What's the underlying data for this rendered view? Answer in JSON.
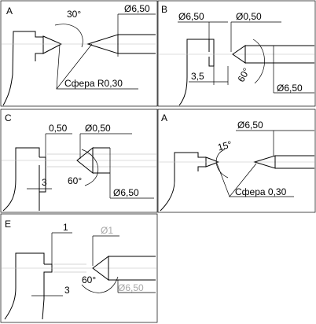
{
  "panels": [
    {
      "id": "A-top",
      "label": "A",
      "dimensions": {
        "angle": "30°",
        "diameter": "Ø6,50",
        "sphere": "Сфера R0,30"
      }
    },
    {
      "id": "B",
      "label": "B",
      "dimensions": {
        "diameter_left": "Ø6,50",
        "diameter_tip": "Ø0,50",
        "length": "3,5",
        "angle": "60°",
        "diameter_right": "Ø6,50"
      }
    },
    {
      "id": "C",
      "label": "C",
      "dimensions": {
        "width": "0,50",
        "diameter_tip": "Ø0,50",
        "length": "3",
        "angle": "60°",
        "diameter": "Ø6,50"
      }
    },
    {
      "id": "A-mid",
      "label": "A",
      "dimensions": {
        "diameter": "Ø6,50",
        "angle": "15°",
        "sphere": "Сфера 0,30"
      }
    },
    {
      "id": "E",
      "label": "E",
      "dimensions": {
        "width": "1",
        "diameter_tip": "Ø1",
        "length": "3",
        "angle": "60°",
        "diameter": "Ø6,50"
      }
    }
  ]
}
